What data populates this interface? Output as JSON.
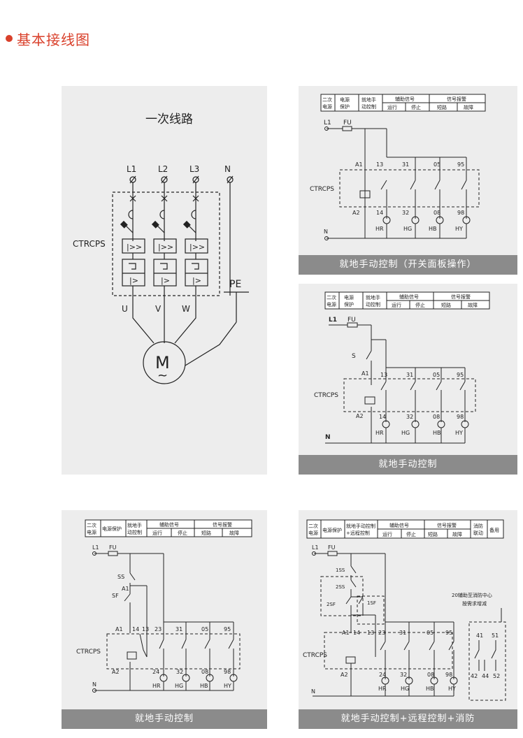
{
  "section": {
    "title": "基本接线图",
    "accent": "#d9402b"
  },
  "main_circuit": {
    "title": "一次线路",
    "terminals": [
      "L1",
      "L2",
      "L3",
      "N"
    ],
    "device": "CTRCPS",
    "outputs": [
      "U",
      "V",
      "W"
    ],
    "pe": "PE",
    "motor": "M",
    "motor_symbol": "~"
  },
  "header_common": {
    "c1": "二次",
    "c1b": "电源",
    "c2": "电源",
    "c2b": "保护",
    "c3": "就地手",
    "c3b": "动控制",
    "aux": "辅助信号",
    "run": "运行",
    "stop": "停止",
    "sig": "信号报警",
    "short": "短路",
    "fault": "故障"
  },
  "header_d": {
    "c2": "电源保护",
    "c3": "就地手动控制",
    "c3b": "+远程控制",
    "fire": "消防",
    "fireb": "联动",
    "spare": "备用"
  },
  "labels": {
    "L1": "L1",
    "FU": "FU",
    "N": "N",
    "A1": "A1",
    "A2": "A2",
    "device": "CTRCPS",
    "t13": "13",
    "t31": "31",
    "t05": "05",
    "t95": "95",
    "t14": "14",
    "t32": "32",
    "t08": "08",
    "t98": "98",
    "HR": "HR",
    "HG": "HG",
    "HB": "HB",
    "HY": "HY",
    "SS": "SS",
    "SF": "SF",
    "S": "S",
    "t23": "23",
    "t24": "24",
    "SS1": "1SS",
    "SS2": "2SS",
    "SF1": "1SF",
    "SF2": "2SF",
    "t41": "41",
    "t51": "51",
    "t42": "42",
    "t44": "44",
    "t52": "52",
    "fire_note1": "20辅助至消防中心",
    "fire_note2": "按需求增减"
  },
  "captions": {
    "a": "就地手动控制（开关面板操作）",
    "b": "就地手动控制",
    "c": "就地手动控制",
    "d": "就地手动控制+远程控制+消防"
  }
}
